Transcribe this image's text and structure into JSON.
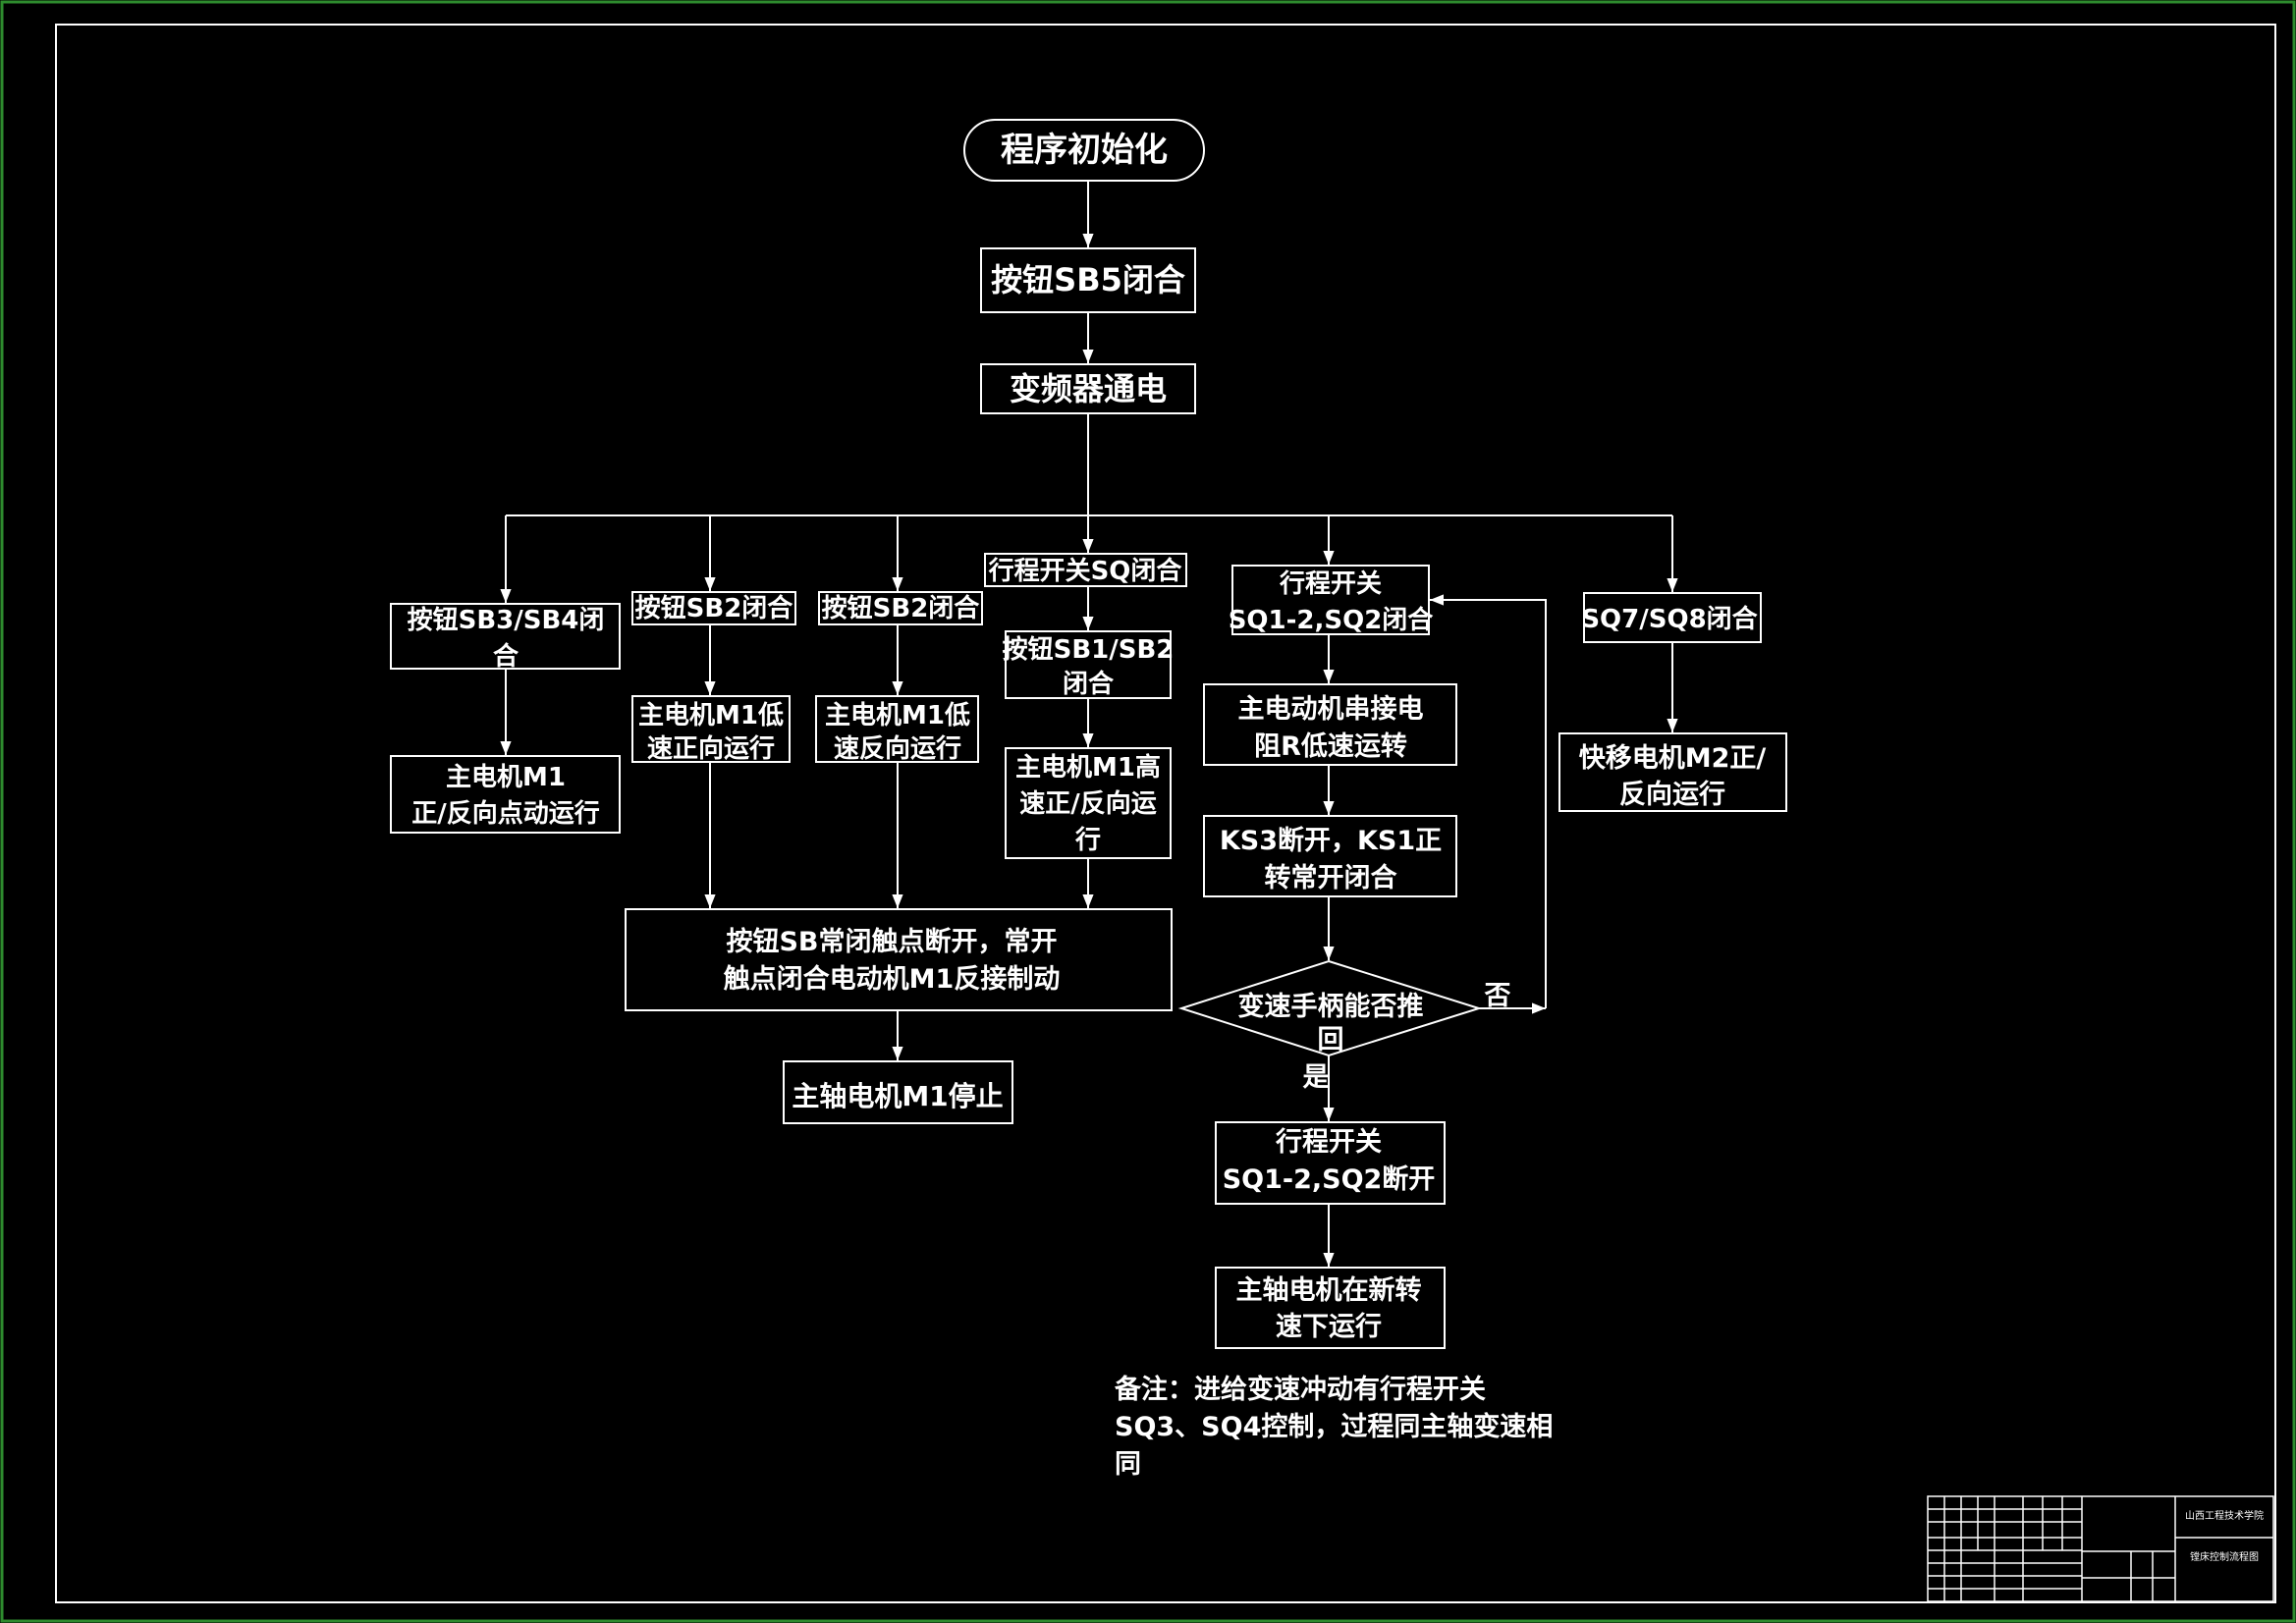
{
  "colors": {
    "background": "#000000",
    "lines": "#ffffff",
    "outer_frame": "#2e8b2e"
  },
  "nodes": {
    "start": "程序初始化",
    "sb5": "按钮SB5闭合",
    "vfd": "变频器通电",
    "b1_cond": [
      "按钮SB3/SB4闭",
      "合"
    ],
    "b1_act": [
      "主电机M1",
      "正/反向点动运行"
    ],
    "b2_cond": "按钮SB2闭合",
    "b2_act": [
      "主电机M1低",
      "速正向运行"
    ],
    "b3_cond": "按钮SB2闭合",
    "b3_act": [
      "主电机M1低",
      "速反向运行"
    ],
    "b4_label": "行程开关SQ闭合",
    "b4_cond": [
      "按钮SB1/SB2",
      "闭合"
    ],
    "b4_act": [
      "主电机M1高",
      "速正/反向运",
      "行"
    ],
    "brake": [
      "按钮SB常闭触点断开，常开",
      "触点闭合电动机M1反接制动"
    ],
    "stop": "主轴电机M1停止",
    "b5_cond": [
      "行程开关",
      "SQ1-2,SQ2闭合"
    ],
    "b5_act1": [
      "主电动机串接电",
      "阻R低速运转"
    ],
    "b5_act2": [
      "KS3断开，KS1正",
      "转常开闭合"
    ],
    "decision": [
      "变速手柄能否推",
      "回"
    ],
    "no_label": "否",
    "yes_label": "是",
    "b5_act3": [
      "行程开关",
      "SQ1-2,SQ2断开"
    ],
    "b5_act4": [
      "主轴电机在新转",
      "速下运行"
    ],
    "b6_cond": "SQ7/SQ8闭合",
    "b6_act": [
      "快移电机M2正/",
      "反向运行"
    ]
  },
  "note": [
    "备注：进给变速冲动有行程开关",
    "SQ3、SQ4控制，过程同主轴变速相",
    "同"
  ],
  "title_block": {
    "school": "山西工程技术学院",
    "drawing_title": "镗床控制流程图"
  }
}
